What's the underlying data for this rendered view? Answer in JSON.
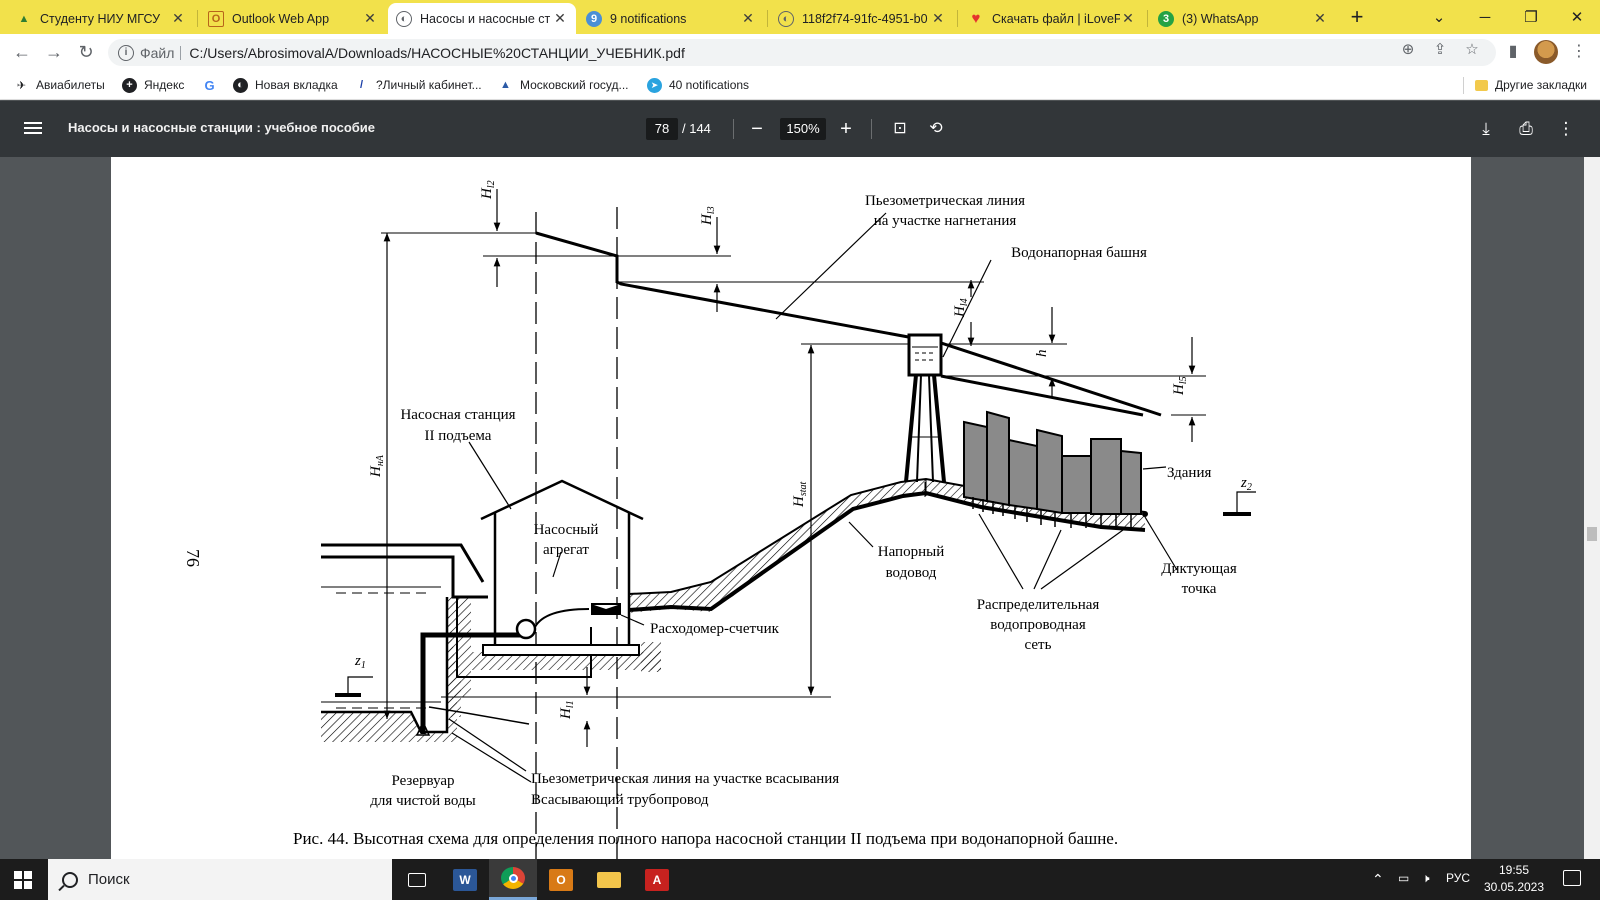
{
  "tabs": [
    {
      "title": "Студенту НИУ МГСУ",
      "icon": "mgsu-icon",
      "active": false
    },
    {
      "title": "Outlook Web App",
      "icon": "outlook-icon",
      "active": false
    },
    {
      "title": "Насосы и насосные ст",
      "icon": "globe-icon",
      "active": true
    },
    {
      "title": "9 notifications",
      "icon": "notification-badge-icon",
      "badge": "9",
      "active": false
    },
    {
      "title": "118f2f74-91fc-4951-b0",
      "icon": "globe-icon",
      "active": false
    },
    {
      "title": "Скачать файл | iLovePD",
      "icon": "ilovepdf-heart-icon",
      "active": false
    },
    {
      "title": "(3) WhatsApp",
      "icon": "whatsapp-icon",
      "badge": "3",
      "active": false
    }
  ],
  "address": {
    "scheme_label": "Файл",
    "url": "C:/Users/AbrosimovalA/Downloads/НАСОСНЫЕ%20СТАНЦИИ_УЧЕБНИК.pdf"
  },
  "bookmarks": [
    {
      "label": "Авиабилеты",
      "icon": "plane-icon"
    },
    {
      "label": "Яндекс",
      "icon": "plus-circle-icon"
    },
    {
      "label": "",
      "icon": "google-icon"
    },
    {
      "label": "Новая вкладка",
      "icon": "globe-icon"
    },
    {
      "label": "?Личный кабинет...",
      "icon": "pen-icon"
    },
    {
      "label": "Московский госуд...",
      "icon": "mgsu-icon"
    },
    {
      "label": "40 notifications",
      "icon": "telegram-icon"
    }
  ],
  "other_bookmarks": "Другие закладки",
  "pdf": {
    "title": "Насосы и насосные станции : учебное пособие",
    "page_current": "78",
    "page_total": "/ 144",
    "zoom": "150%",
    "page_number_printed": "76"
  },
  "figure": {
    "labels": {
      "hl2": "H",
      "hl2_sub": "l2",
      "hl3": "H",
      "hl3_sub": "l3",
      "hl4": "H",
      "hl4_sub": "l4",
      "hl5": "H",
      "hl5_sub": "l5",
      "hl1": "H",
      "hl1_sub": "l1",
      "h_small": "h",
      "hna": "H",
      "hna_sub": "нА",
      "hstat": "H",
      "hstat_sub": "stat",
      "z1": "z",
      "z1_sub": "1",
      "z2": "z",
      "z2_sub": "2",
      "piezo_discharge_1": "Пьезометрическая линия",
      "piezo_discharge_2": "на участке нагнетания",
      "water_tower": "Водонапорная башня",
      "station_1": "Насосная станция",
      "station_2": "II подъема",
      "pump_1": "Насосный",
      "pump_2": "агрегат",
      "buildings": "Здания",
      "pressure_main_1": "Напорный",
      "pressure_main_2": "водовод",
      "dictating_1": "Диктующая",
      "dictating_2": "точка",
      "flowmeter": "Расходомер-счетчик",
      "network_1": "Распределительная",
      "network_2": "водопроводная",
      "network_3": "сеть",
      "reservoir_1": "Резервуар",
      "reservoir_2": "для чистой воды",
      "piezo_suction": "Пьезометрическая линия на участке всасывания",
      "suction_pipe": "Всасывающий трубопровод"
    },
    "caption": "Рис. 44. Высотная схема для определения полного напора насосной станции II подъема при водонапорной башне."
  },
  "taskbar": {
    "search_placeholder": "Поиск",
    "apps": [
      "task-view-icon",
      "word-icon",
      "chrome-icon",
      "outlook-icon",
      "file-explorer-icon",
      "acrobat-icon"
    ],
    "language": "РУС",
    "time": "19:55",
    "date": "30.05.2023"
  },
  "colors": {
    "tabstrip": "#f2e14b",
    "pdf_toolbar": "#323639",
    "viewer_bg": "#525659",
    "building_fill": "#8a8a8a"
  }
}
